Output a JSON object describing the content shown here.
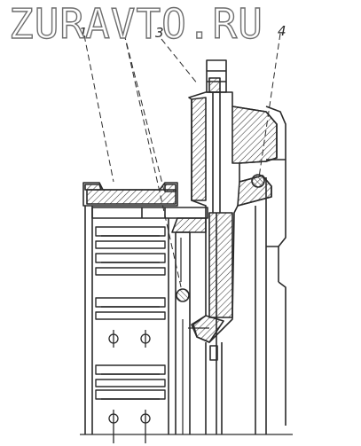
{
  "watermark": {
    "text": "ZURAVTO.RU"
  },
  "callouts": [
    {
      "id": "1",
      "text": "1"
    },
    {
      "id": "3",
      "text": "3"
    },
    {
      "id": "4",
      "text": "4"
    }
  ],
  "colors": {
    "ink": "#2a2a2a",
    "hatch": "#3a3a3a",
    "paper": "#ffffff",
    "watermark_outline": "#6e6e6e"
  }
}
